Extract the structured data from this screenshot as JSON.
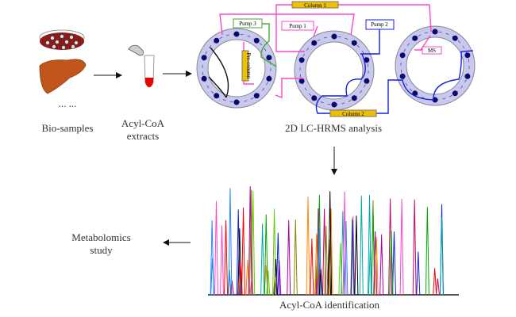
{
  "labels": {
    "bio_samples": "Bio-samples",
    "ellipsis": "... ...",
    "extracts_line1": "Acyl-CoA",
    "extracts_line2": "extracts",
    "lc_hrms": "2D LC-HRMS analysis",
    "identification": "Acyl-CoA identification",
    "metabolomics_line1": "Metabolomics",
    "metabolomics_line2": "study"
  },
  "instrument": {
    "column1": "Column 1",
    "column2": "Column 2",
    "pump1": "Pump 1",
    "pump2": "Pump 2",
    "pump3": "Pump 3",
    "precolumn": "Pre-column",
    "ms": "MS"
  },
  "colors": {
    "valve_ring": "#c8c8f0",
    "port": "#0a0a6e",
    "pink_flow": "#ff44cc",
    "blue_flow": "#1020e0",
    "green_flow": "#44aa33",
    "column": "#f0c000",
    "liquid": "#ee0000",
    "liver": "#c0561c"
  }
}
